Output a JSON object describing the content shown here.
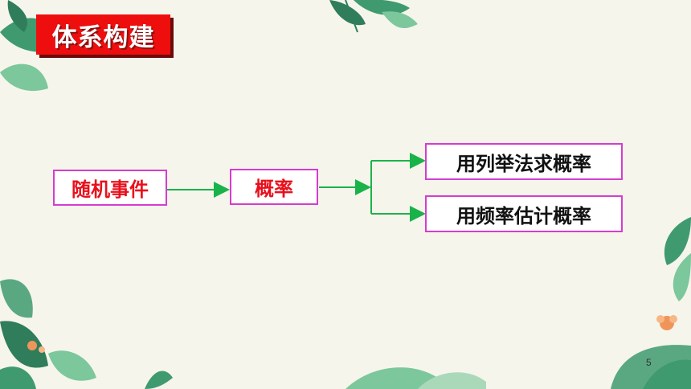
{
  "title": "体系构建",
  "nodes": {
    "random_events": "随机事件",
    "probability": "概率",
    "enumeration": "用列举法求概率",
    "frequency": "用频率估计概率"
  },
  "page_number": "5",
  "colors": {
    "background": "#f6f5ec",
    "title_bg": "#ee0e0e",
    "node_border": "#d63ccf",
    "red_text": "#e8101c",
    "arrow": "#1ab34a",
    "leaf_dark": "#2f7d5b",
    "leaf_light": "#7cc79b"
  }
}
